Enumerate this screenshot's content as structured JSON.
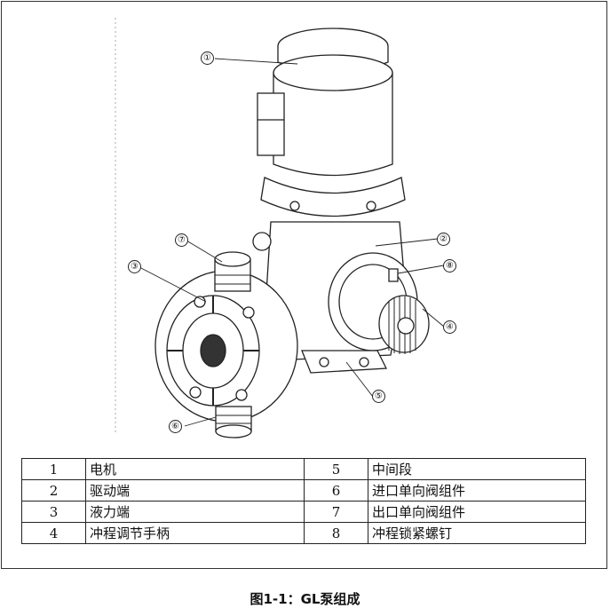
{
  "callouts": {
    "c1": "①",
    "c2": "②",
    "c3": "③",
    "c4": "④",
    "c5": "⑤",
    "c6": "⑥",
    "c7": "⑦",
    "c8": "⑧"
  },
  "parts_table": {
    "rows": [
      {
        "left_no": "1",
        "left_name": "电机",
        "right_no": "5",
        "right_name": "中间段"
      },
      {
        "left_no": "2",
        "left_name": "驱动端",
        "right_no": "6",
        "right_name": "进口单向阀组件"
      },
      {
        "left_no": "3",
        "left_name": "液力端",
        "right_no": "7",
        "right_name": "出口单向阀组件"
      },
      {
        "left_no": "4",
        "left_name": "冲程调节手柄",
        "right_no": "8",
        "right_name": "冲程锁紧螺钉"
      }
    ]
  },
  "caption": "图1-1：GL泵组成"
}
